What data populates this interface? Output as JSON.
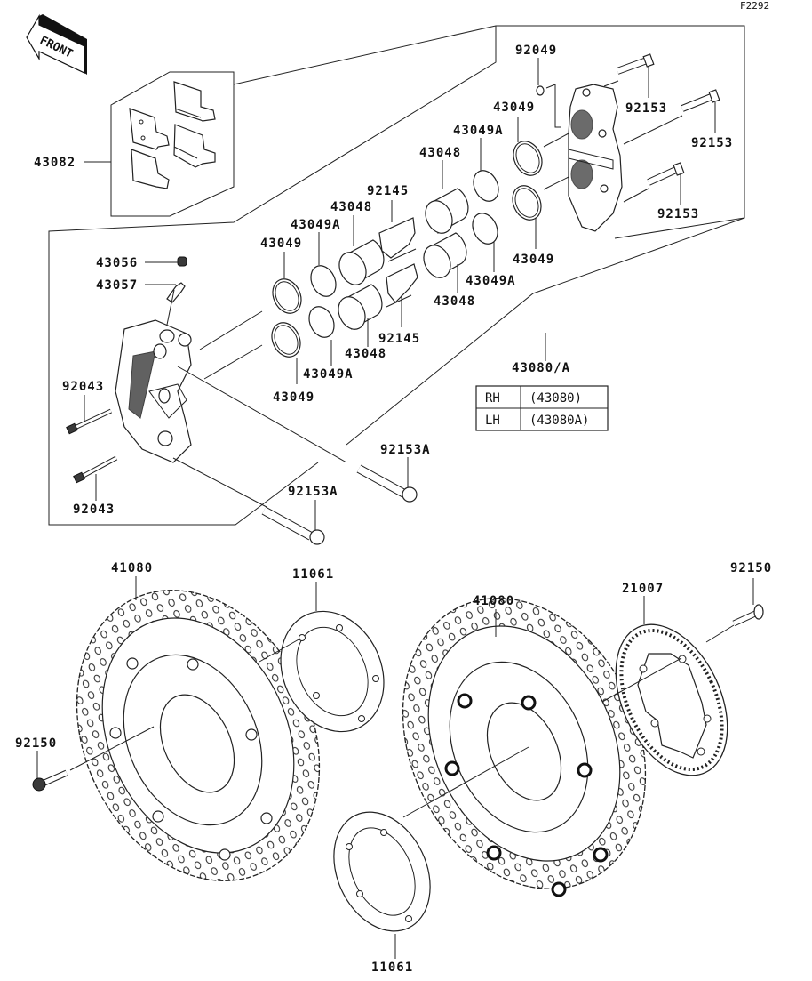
{
  "figure_code": "F2292",
  "front_arrow": {
    "label": "FRONT",
    "icon": "front-arrow-icon"
  },
  "assembly": {
    "label": "43080/A"
  },
  "side_table": {
    "rows": [
      {
        "side": "RH",
        "part": "(43080)"
      },
      {
        "side": "LH",
        "part": "(43080A)"
      }
    ]
  },
  "labels": {
    "pads": "43082",
    "bleeder_cap": "43056",
    "bleeder_plate": "43057",
    "left_seal_upper": "43049",
    "left_seal_lower": "43049",
    "left_dust_upper": "43049A",
    "left_dust_lower": "43049A",
    "left_piston_upper": "43048",
    "left_piston_lower": "43048",
    "left_spring_upper": "92145",
    "left_spring_lower": "92145",
    "right_piston_upper": "43048",
    "right_piston_lower": "43048",
    "right_dust_upper": "43049A",
    "right_dust_lower": "43049A",
    "right_seal_upper": "43049",
    "right_seal_lower": "43049",
    "washer": "92049",
    "bolt_1": "92153",
    "bolt_2": "92153",
    "bolt_3": "92153",
    "pin_upper": "92043",
    "pin_lower": "92043",
    "mount_bolt_1": "92153A",
    "mount_bolt_2": "92153A",
    "disc_left": "41080",
    "disc_right": "41080",
    "shim_upper": "11061",
    "shim_lower": "11061",
    "disc_bolt_left": "92150",
    "disc_bolt_right": "92150",
    "sensor_rotor": "21007"
  }
}
